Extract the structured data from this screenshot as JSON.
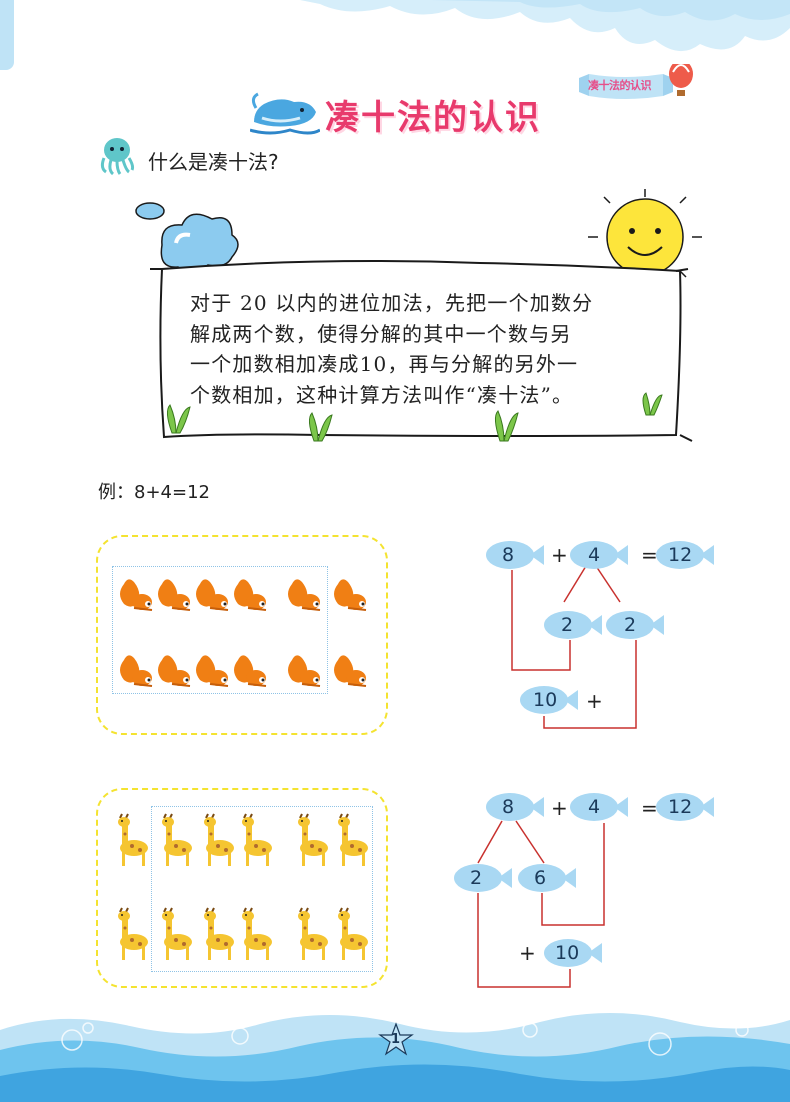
{
  "ribbon_label": "凑十法的认识",
  "title": "凑十法的认识",
  "question": "什么是凑十法?",
  "definition_lines": [
    "对于 20 以内的进位加法，先把一个加数分",
    "解成两个数，使得分解的其中一个数与另",
    "一个加数相加凑成10，再与分解的另外一",
    "个数相加，这种计算方法叫作“凑十法”。"
  ],
  "example_label": "例：8+4=12",
  "example1": {
    "animal": "squirrel-icon",
    "row_count": 2,
    "per_row": 6,
    "equation": {
      "a": "8",
      "plus": "+",
      "b": "4",
      "eq": "=",
      "result": "12"
    },
    "split": [
      "2",
      "2"
    ],
    "ten_sum": {
      "ten": "10",
      "plus": "+"
    }
  },
  "example2": {
    "animal": "giraffe-icon",
    "row_count": 2,
    "per_row": 6,
    "equation": {
      "a": "8",
      "plus": "+",
      "b": "4",
      "eq": "=",
      "result": "12"
    },
    "split": [
      "2",
      "6"
    ],
    "ten_sum": {
      "plus": "+",
      "ten": "10"
    }
  },
  "page_number": "1",
  "colors": {
    "title": "#e83a6c",
    "fish": "#a9d8f3",
    "connector": "#c8312e",
    "dashed_border": "#f4e330",
    "sky": "#bfe3f6",
    "sea": "#6ec4ee"
  }
}
